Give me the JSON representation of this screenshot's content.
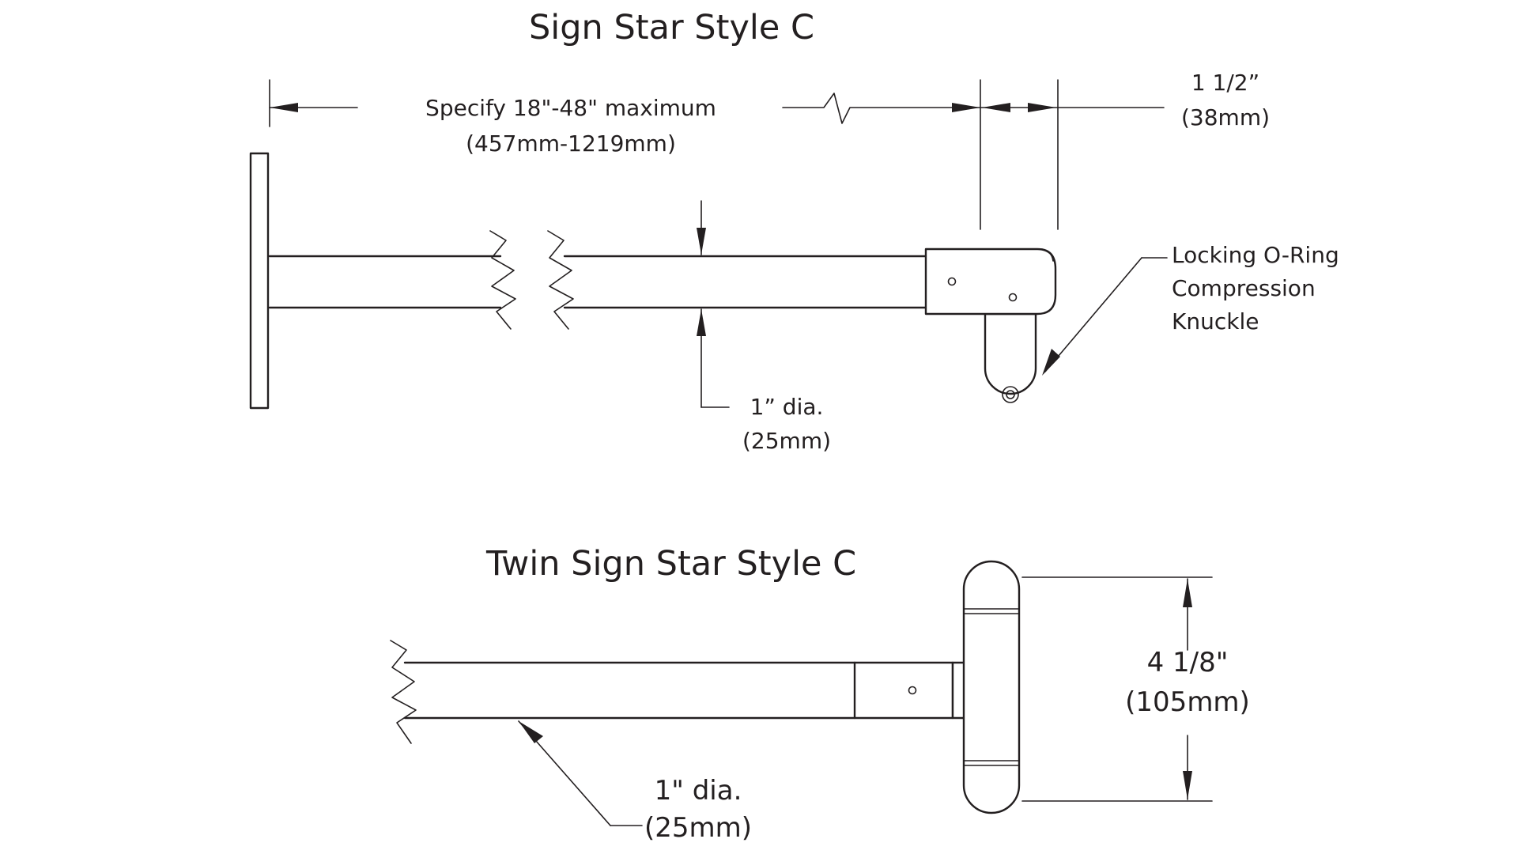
{
  "diagrams": [
    {
      "title": "Sign Star Style C",
      "labels": {
        "length_line1": "Specify 18\"-48\" maximum",
        "length_line2": "(457mm-1219mm)",
        "knuckle_width_line1": "1 1/2”",
        "knuckle_width_line2": "(38mm)",
        "tube_dia_line1": "1” dia.",
        "tube_dia_line2": "(25mm)",
        "callout_line1": "Locking O-Ring",
        "callout_line2": "Compression",
        "callout_line3": "Knuckle"
      }
    },
    {
      "title": "Twin Sign Star Style C",
      "labels": {
        "tube_dia_line1": "1\" dia.",
        "tube_dia_line2": "(25mm)",
        "height_line1": "4 1/8\"",
        "height_line2": "(105mm)"
      }
    }
  ],
  "colors": {
    "line": "#231f20",
    "background": "#ffffff"
  }
}
